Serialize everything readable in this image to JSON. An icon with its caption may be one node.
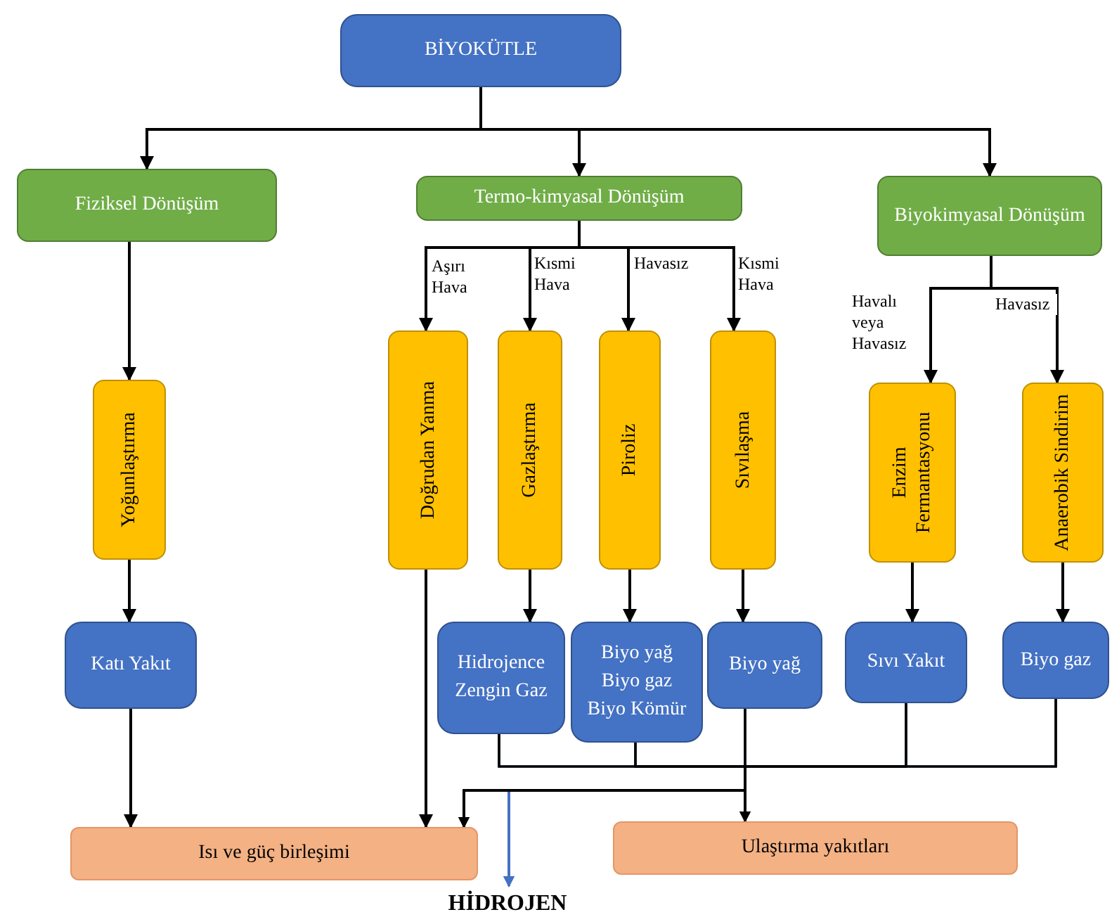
{
  "diagram": {
    "nodes": [
      {
        "text": [
          "BİYOKÜTLE"
        ]
      },
      {
        "text": [
          "Fiziksel Dönüşüm"
        ]
      },
      {
        "text": [
          "Termo-kimyasal Dönüşüm"
        ]
      },
      {
        "text": [
          "Biyokimyasal Dönüşüm"
        ]
      },
      {
        "text": [
          "Yoğunlaştırma"
        ]
      },
      {
        "text": [
          "Doğrudan Yanma"
        ]
      },
      {
        "text": [
          "Gazlaştırma"
        ]
      },
      {
        "text": [
          "Piroliz"
        ]
      },
      {
        "text": [
          "Sıvılaşma"
        ]
      },
      {
        "text": [
          "Enzim Fermantasyonu"
        ]
      },
      {
        "text": [
          "Anaerobik Sindirim"
        ]
      },
      {
        "text": [
          "Katı Yakıt"
        ]
      },
      {
        "text": [
          "Hidrojence Zengin Gaz"
        ]
      },
      {
        "text": [
          "Biyo yağ",
          "Biyo gaz",
          "Biyo Kömür"
        ]
      },
      {
        "text": [
          "Biyo yağ"
        ]
      },
      {
        "text": [
          "Sıvı Yakıt"
        ]
      },
      {
        "text": [
          "Biyo gaz"
        ]
      },
      {
        "text": [
          "Isı ve güç birleşimi"
        ]
      },
      {
        "text": [
          "Ulaştırma yakıtları"
        ]
      },
      {
        "text": [
          "HİDROJEN"
        ]
      }
    ],
    "edges": [
      {
        "from": 0,
        "to": 1,
        "arrow": "to"
      },
      {
        "from": 0,
        "to": 2,
        "arrow": "to"
      },
      {
        "from": 0,
        "to": 3,
        "arrow": "to"
      },
      {
        "from": 1,
        "to": 4,
        "arrow": "to"
      },
      {
        "from": 2,
        "to": 5,
        "arrow": "to",
        "label": "Aşırı Hava"
      },
      {
        "from": 2,
        "to": 6,
        "arrow": "to",
        "label": "Kısmi Hava"
      },
      {
        "from": 2,
        "to": 7,
        "arrow": "to",
        "label": "Havasız"
      },
      {
        "from": 2,
        "to": 8,
        "arrow": "to",
        "label": "Kısmi Hava"
      },
      {
        "from": 3,
        "to": 9,
        "arrow": "to",
        "label": "Havalı veya Havasız"
      },
      {
        "from": 3,
        "to": 10,
        "arrow": "to",
        "label": "Havasız"
      },
      {
        "from": 4,
        "to": 11,
        "arrow": "to"
      },
      {
        "from": 6,
        "to": 12,
        "arrow": "to"
      },
      {
        "from": 7,
        "to": 13,
        "arrow": "to"
      },
      {
        "from": 8,
        "to": 14,
        "arrow": "to"
      },
      {
        "from": 9,
        "to": 15,
        "arrow": "to"
      },
      {
        "from": 10,
        "to": 16,
        "arrow": "to"
      },
      {
        "from": 11,
        "to": 17,
        "arrow": "to"
      },
      {
        "from": 5,
        "to": 17,
        "arrow": "to"
      },
      {
        "from": 12,
        "to": 17,
        "arrow": "to"
      },
      {
        "from": 13,
        "to": 17,
        "arrow": "to"
      },
      {
        "from": 14,
        "to": 17,
        "arrow": "to"
      },
      {
        "from": 15,
        "to": 17,
        "arrow": "to"
      },
      {
        "from": 16,
        "to": 17,
        "arrow": "to"
      },
      {
        "from": 12,
        "to": 18,
        "arrow": "to"
      },
      {
        "from": 13,
        "to": 18,
        "arrow": "to"
      },
      {
        "from": 14,
        "to": 18,
        "arrow": "to"
      },
      {
        "from": 15,
        "to": 18,
        "arrow": "to"
      },
      {
        "from": 16,
        "to": 18,
        "arrow": "to"
      },
      {
        "from": 12,
        "to": 19,
        "arrow": "to",
        "color": "#4472c4"
      },
      {
        "from": 13,
        "to": 19,
        "arrow": "to",
        "color": "#4472c4"
      },
      {
        "from": 14,
        "to": 19,
        "arrow": "to",
        "color": "#4472c4"
      },
      {
        "from": 15,
        "to": 19,
        "arrow": "to",
        "color": "#4472c4"
      },
      {
        "from": 16,
        "to": 19,
        "arrow": "to",
        "color": "#4472c4"
      }
    ]
  }
}
